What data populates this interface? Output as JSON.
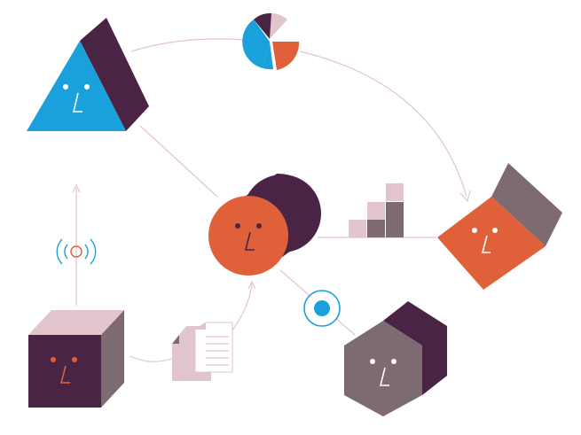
{
  "colors": {
    "plum": "#4a2445",
    "orange": "#e0603a",
    "blue": "#1aa1dc",
    "mauve": "#7e6b71",
    "pink_light": "#e2c4cd",
    "connector": "#e3c5cc",
    "cube_side": "#7e6b71",
    "background": "#ffffff"
  },
  "nodes": [
    {
      "id": "triangle",
      "shape": "triangle",
      "color": "blue",
      "has_face": true
    },
    {
      "id": "pie-chart",
      "shape": "pie",
      "has_face": false
    },
    {
      "id": "cylinder",
      "shape": "cylinder",
      "color": "orange",
      "has_face": true
    },
    {
      "id": "diamond-box",
      "shape": "rotated-box",
      "color": "orange",
      "has_face": true
    },
    {
      "id": "cube",
      "shape": "cube",
      "color": "plum",
      "has_face": true
    },
    {
      "id": "hexagon",
      "shape": "hexagonal-prism",
      "color": "mauve",
      "has_face": true
    }
  ],
  "pie_slices": [
    {
      "color": "blue",
      "share": 0.42
    },
    {
      "color": "orange",
      "share": 0.2
    },
    {
      "color": "pink_light",
      "share": 0.12
    },
    {
      "color": "plum",
      "share": 0.16
    }
  ],
  "icons": [
    "wireless-signal-icon",
    "document-stack-icon",
    "bar-chart-icon",
    "target-dot-icon",
    "arrow-up-icon"
  ]
}
